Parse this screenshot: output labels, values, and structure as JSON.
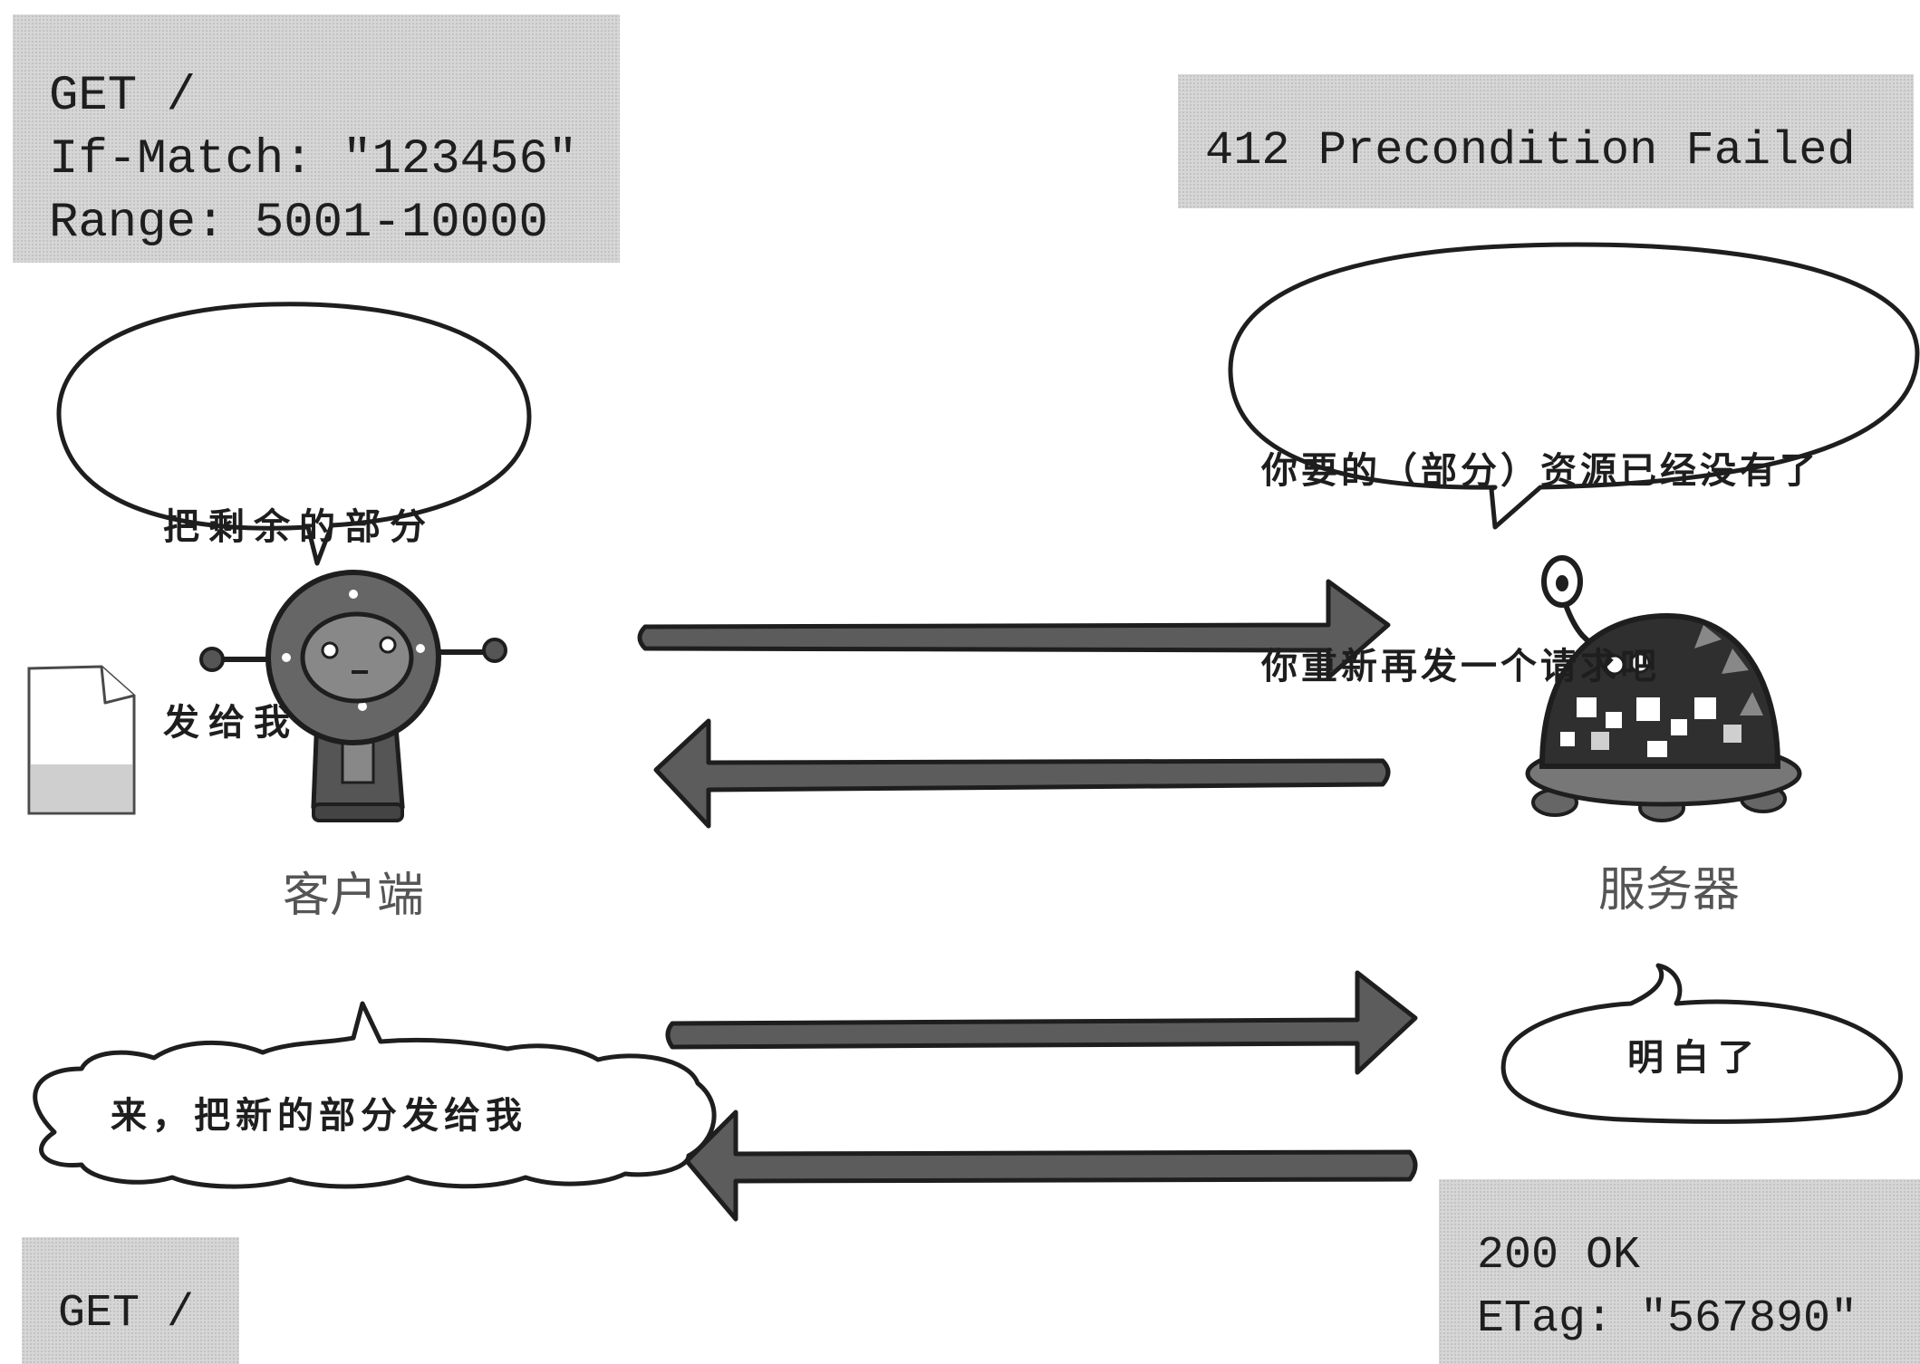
{
  "request_1": {
    "lines": [
      "GET /",
      "If-Match: \"123456\"",
      "Range: 5001-10000"
    ]
  },
  "response_412": {
    "lines": [
      "412 Precondition Failed"
    ]
  },
  "bubbles": {
    "client_request": {
      "lines": [
        "把剩余的部分",
        "发给我"
      ]
    },
    "server_reply": {
      "lines": [
        "你要的（部分）资源已经没有了",
        "你重新再发一个请求吧"
      ]
    },
    "client_retry": {
      "text": "来，把新的部分发给我"
    },
    "server_ack": {
      "text": "明白了"
    }
  },
  "labels": {
    "client": "客户端",
    "server": "服务器"
  },
  "request_2": {
    "lines": [
      "GET /"
    ]
  },
  "response_200": {
    "lines": [
      "200 OK",
      "ETag: \"567890\""
    ]
  },
  "colors": {
    "arrow_fill": "#5c5c5c",
    "outline": "#1e1e1e",
    "code_box": "#d6d6d6",
    "label_text": "#555555"
  },
  "icons": [
    "document-icon",
    "client-robot-icon",
    "server-robot-icon"
  ]
}
